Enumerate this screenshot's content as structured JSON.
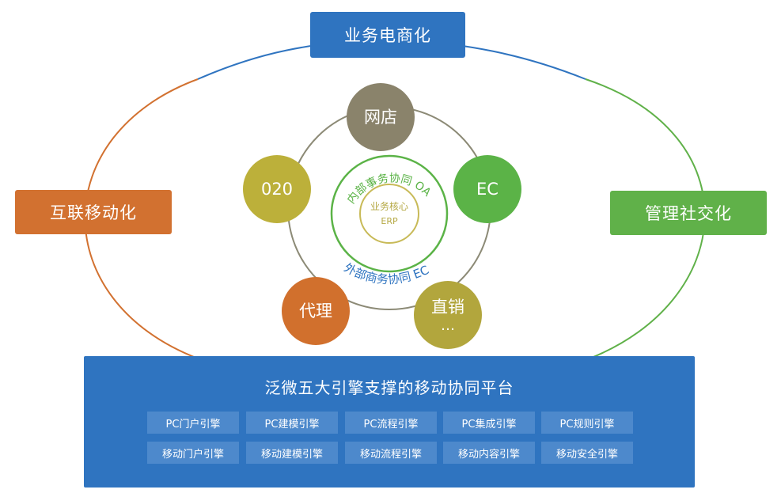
{
  "top_box": "业务电商化",
  "left_box": "互联移动化",
  "right_box": "管理社交化",
  "nodes": {
    "wangdian": "网店",
    "ec": "EC",
    "o2o": "020",
    "daili": "代理",
    "zhixiao": "直销",
    "zhixiao_more": "…"
  },
  "inner_ring_label": "内部事务协同 OA",
  "outer_arc_label": "外部商务协同 EC",
  "core": {
    "title": "业务核心",
    "subtitle": "ERP"
  },
  "platform": {
    "title": "泛微五大引擎支撑的移动协同平台",
    "engines_pc": [
      "PC门户引擎",
      "PC建模引擎",
      "PC流程引擎",
      "PC集成引擎",
      "PC规则引擎"
    ],
    "engines_mobile": [
      "移动门户引擎",
      "移动建模引擎",
      "移动流程引擎",
      "移动内容引擎",
      "移动安全引擎"
    ]
  },
  "colors": {
    "blue": "#2f74c0",
    "orange": "#d27130",
    "green": "#60b149",
    "gray_ring": "#8c8a76",
    "inner_green": "#5bb347",
    "core_gold": "#c8ba58"
  }
}
